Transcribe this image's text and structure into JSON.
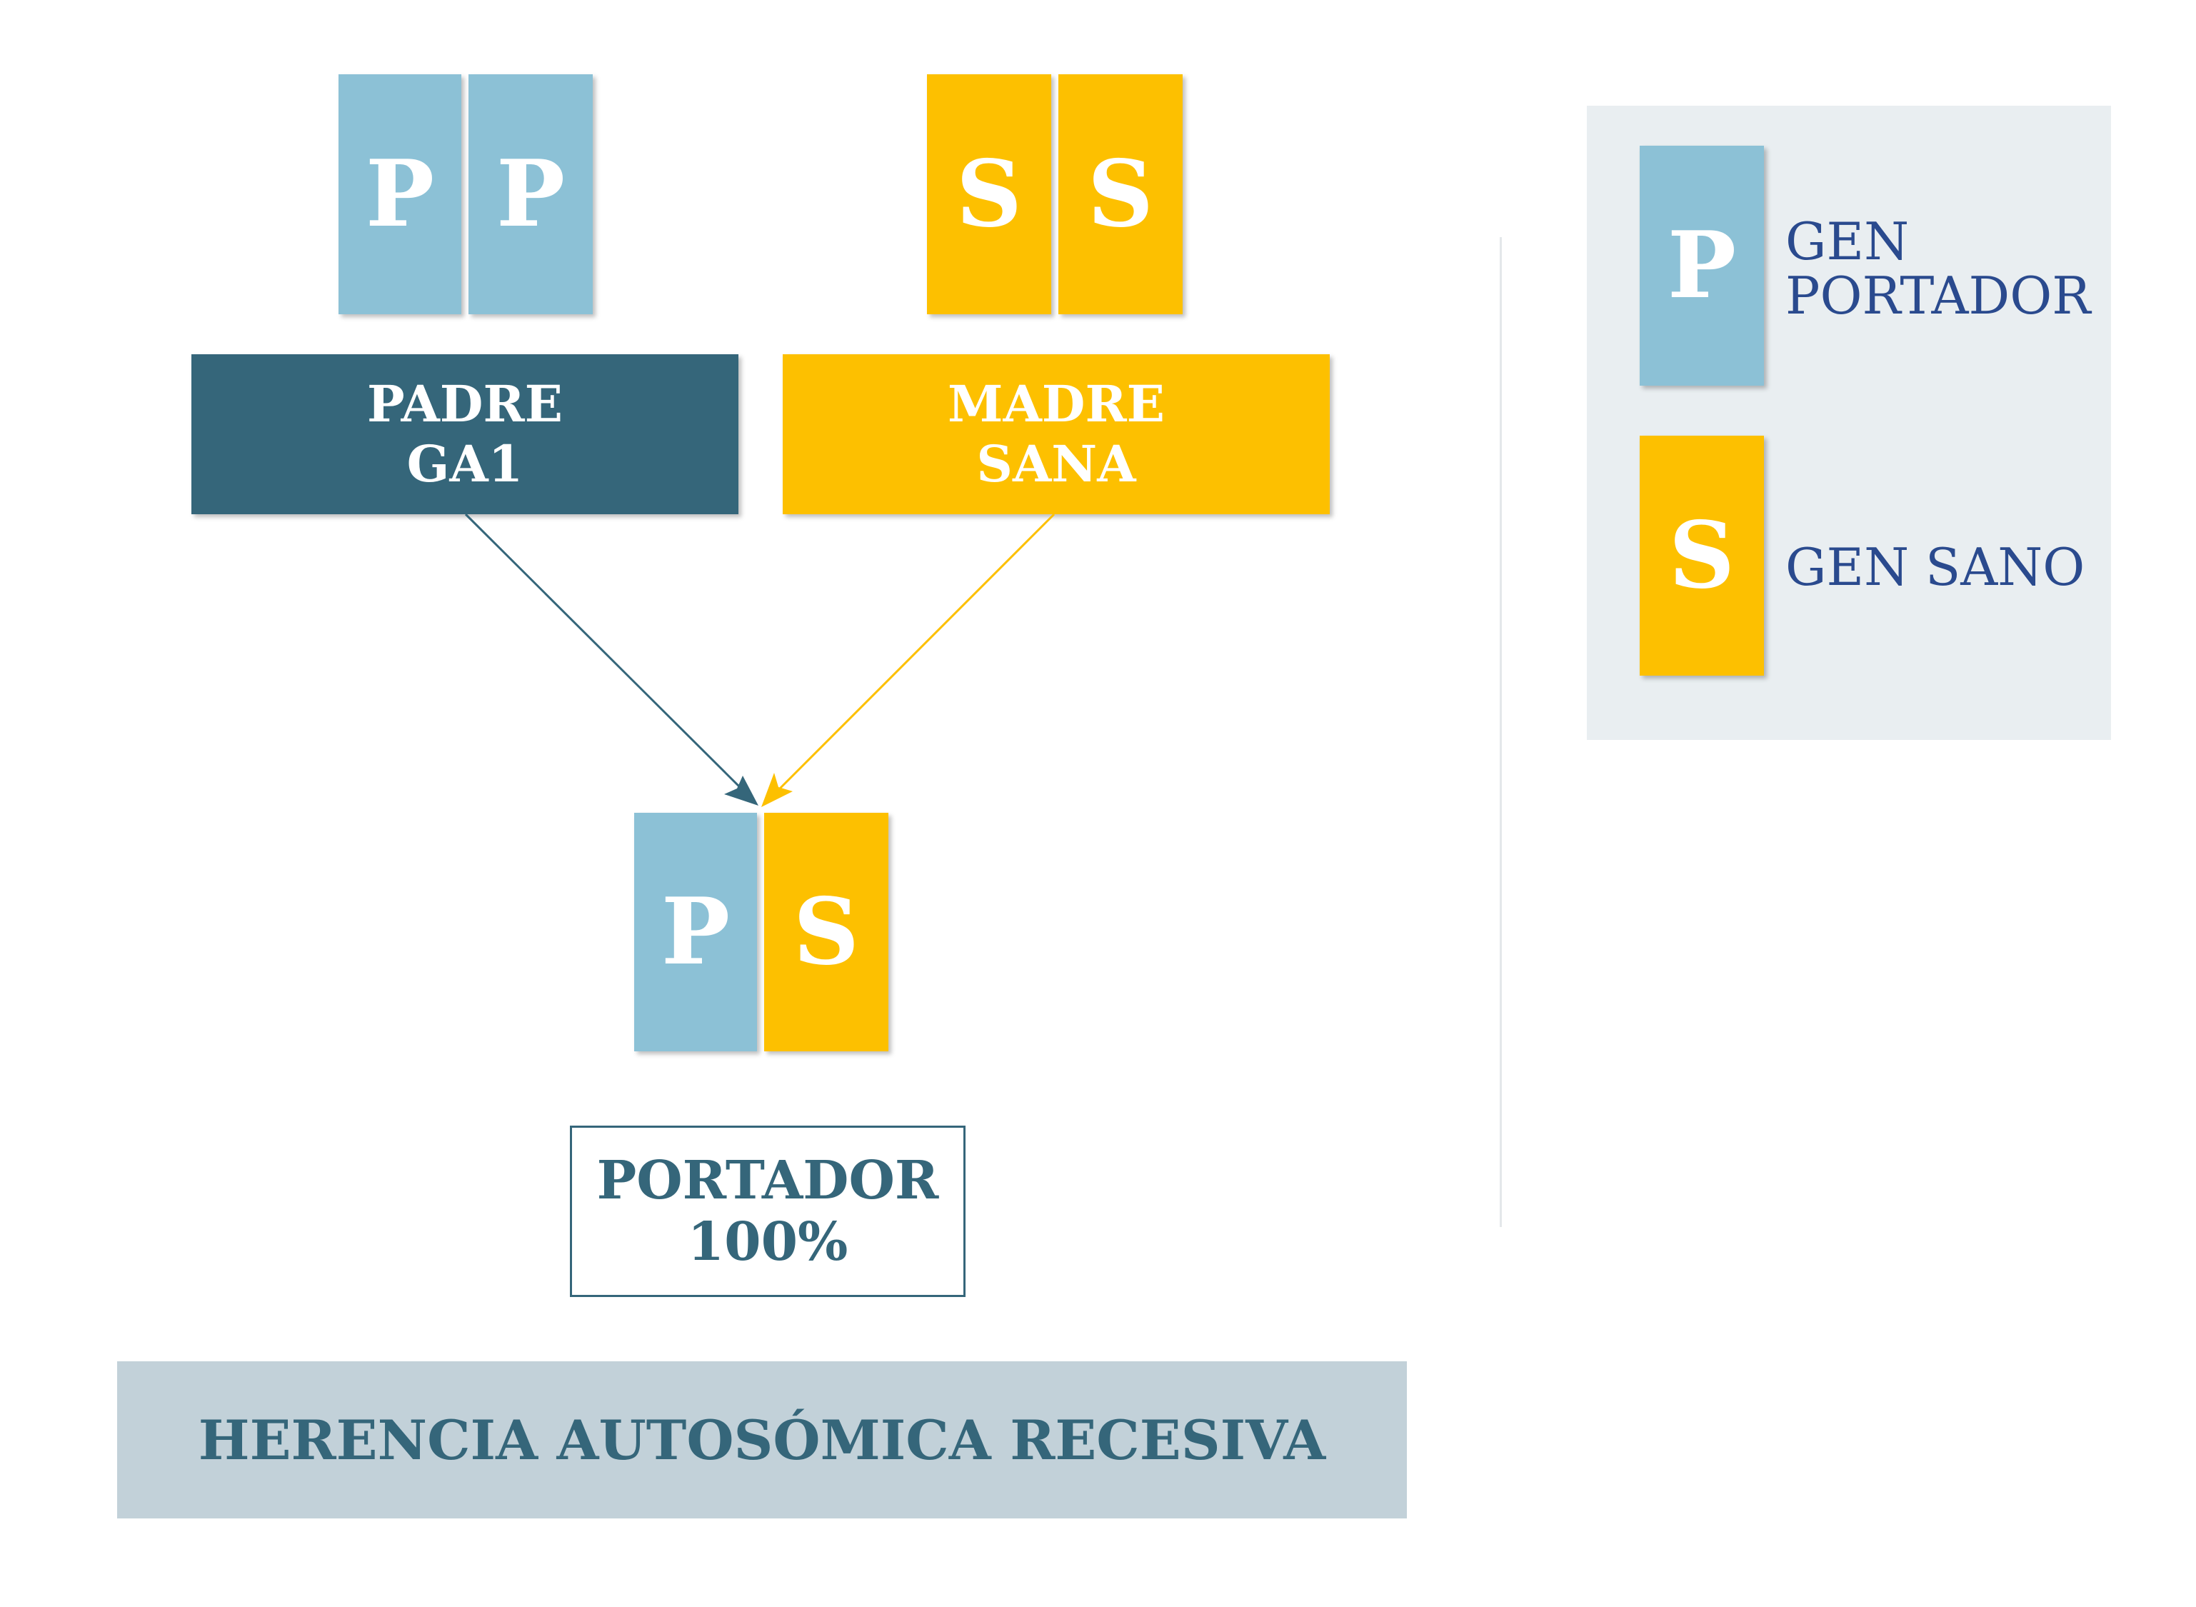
{
  "colors": {
    "carrier_gene": "#8cc1d6",
    "healthy_gene": "#fdc000",
    "father_box": "#35667a",
    "mother_box": "#fdc000",
    "title_bar": "#c2d1d9",
    "legend_bg": "#e9eef1",
    "legend_text": "#2a4a8e"
  },
  "father": {
    "genes": [
      "P",
      "P"
    ],
    "label_line1": "PADRE",
    "label_line2": "GA1"
  },
  "mother": {
    "genes": [
      "S",
      "S"
    ],
    "label_line1": "MADRE",
    "label_line2": "SANA"
  },
  "child": {
    "genes": [
      "P",
      "S"
    ],
    "result_line1": "PORTADOR",
    "result_line2": "100%"
  },
  "title": "HERENCIA AUTOSÓMICA RECESIVA",
  "legend": {
    "carrier": {
      "letter": "P",
      "line1": "GEN",
      "line2": "PORTADOR"
    },
    "healthy": {
      "letter": "S",
      "label": "GEN SANO"
    }
  }
}
